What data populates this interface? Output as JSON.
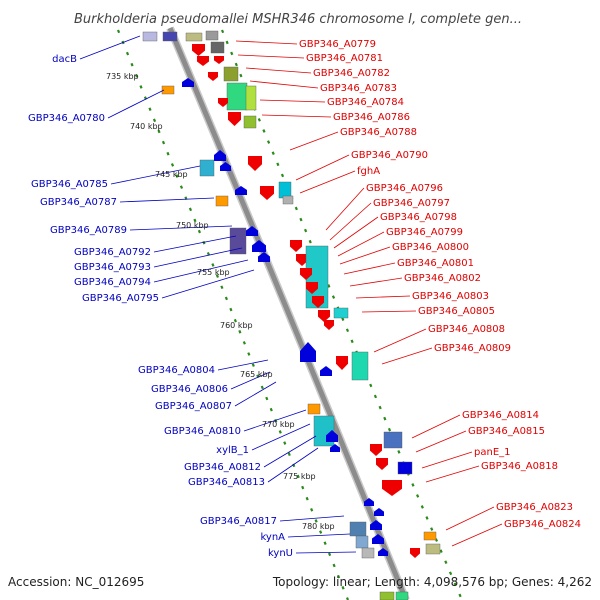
{
  "title": "Burkholderia pseudomallei MSHR346 chromosome I, complete gen...",
  "footer": {
    "accession": "Accession: NC_012695",
    "topology": "Topology: linear; Length: 4,098,576 bp; Genes: 4,262"
  },
  "colors": {
    "forward": "#ee0000",
    "reverse": "#0000dd",
    "backbone": "#8c8c8c",
    "ticks": "#2a8a1a",
    "right_label": "#e00000",
    "left_label": "#0000c0"
  },
  "kbp_ticks": [
    "735 kbp",
    "740 kbp",
    "745 kbp",
    "750 kbp",
    "755 kbp",
    "760 kbp",
    "765 kbp",
    "770 kbp",
    "775 kbp",
    "780 kbp"
  ],
  "right_labels": [
    "GBP346_A0779",
    "GBP346_A0781",
    "GBP346_A0782",
    "GBP346_A0783",
    "GBP346_A0784",
    "GBP346_A0786",
    "GBP346_A0788",
    "GBP346_A0790",
    "fghA",
    "GBP346_A0796",
    "GBP346_A0797",
    "GBP346_A0798",
    "GBP346_A0799",
    "GBP346_A0800",
    "GBP346_A0801",
    "GBP346_A0802",
    "GBP346_A0803",
    "GBP346_A0805",
    "GBP346_A0808",
    "GBP346_A0809",
    "GBP346_A0814",
    "GBP346_A0815",
    "panE_1",
    "GBP346_A0818",
    "GBP346_A0823",
    "GBP346_A0824"
  ],
  "left_labels": [
    "dacB",
    "GBP346_A0780",
    "GBP346_A0785",
    "GBP346_A0787",
    "GBP346_A0789",
    "GBP346_A0792",
    "GBP346_A0793",
    "GBP346_A0794",
    "GBP346_A0795",
    "GBP346_A0804",
    "GBP346_A0806",
    "GBP346_A0807",
    "GBP346_A0810",
    "xylB_1",
    "GBP346_A0812",
    "GBP346_A0813",
    "GBP346_A0817",
    "kynA",
    "kynU"
  ]
}
